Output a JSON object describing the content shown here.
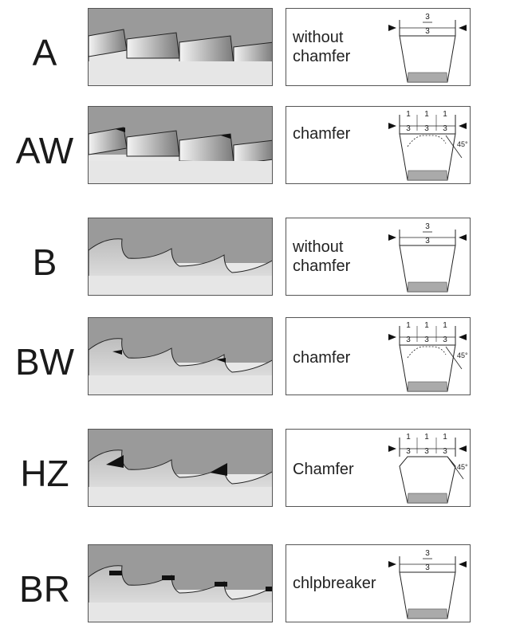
{
  "rows": [
    {
      "code": "A",
      "label": "without\nchamfer",
      "fractions": [
        "3",
        "3"
      ],
      "chamfer": false,
      "angle": "",
      "style": "straight",
      "marker": "none"
    },
    {
      "code": "AW",
      "label": "chamfer",
      "fractions": [
        "1",
        "3",
        "1",
        "3",
        "1",
        "3"
      ],
      "chamfer": true,
      "angle": "45°",
      "style": "straight",
      "marker": "tri"
    },
    {
      "code": "B",
      "label": "without\nchamfer",
      "fractions": [
        "3",
        "3"
      ],
      "chamfer": false,
      "angle": "",
      "style": "curved",
      "marker": "none"
    },
    {
      "code": "BW",
      "label": "chamfer",
      "fractions": [
        "1",
        "3",
        "1",
        "3",
        "1",
        "3"
      ],
      "chamfer": true,
      "angle": "45°",
      "style": "curved",
      "marker": "tri"
    },
    {
      "code": "HZ",
      "label": "Chamfer",
      "fractions": [
        "1",
        "3",
        "1",
        "3",
        "1",
        "3"
      ],
      "chamfer": true,
      "angle": "45°",
      "style": "curved",
      "marker": "tri-big"
    },
    {
      "code": "BR",
      "label": "chlpbreaker",
      "fractions": [
        "3",
        "3"
      ],
      "chamfer": false,
      "angle": "",
      "style": "curved",
      "marker": "bar"
    }
  ]
}
